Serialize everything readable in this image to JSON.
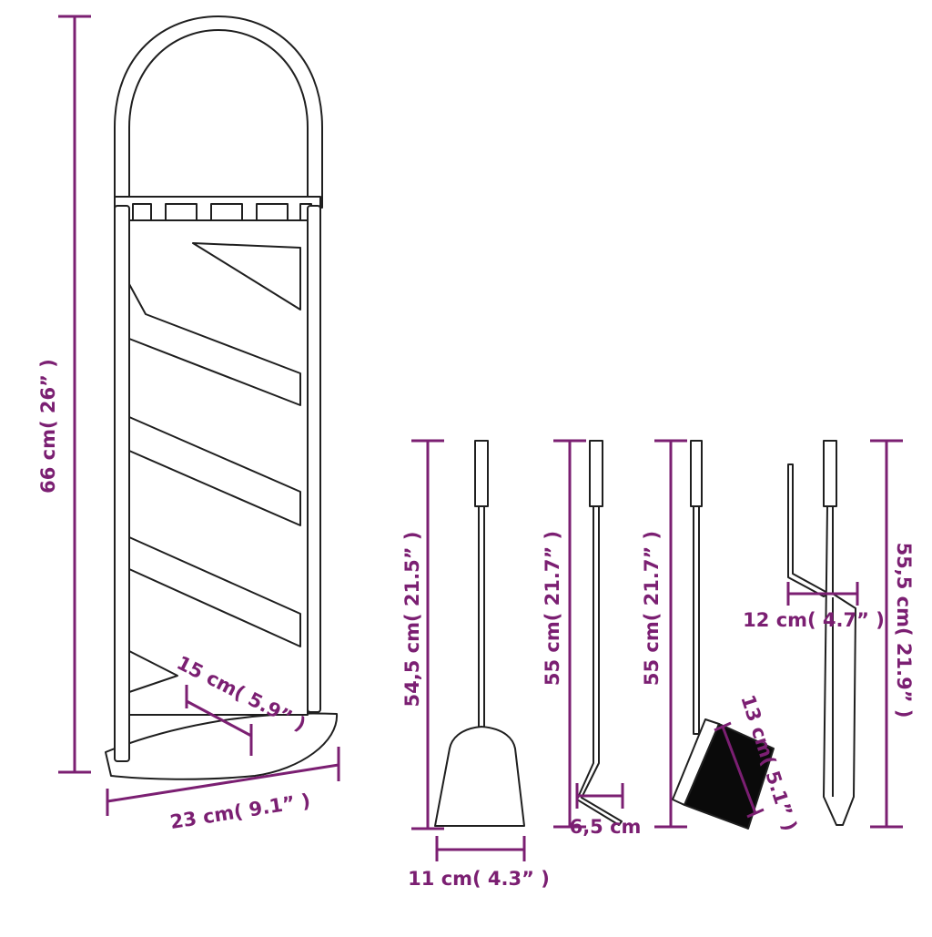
{
  "colors": {
    "dimension": "#7b1f72",
    "outline": "#1f1f1f",
    "fill": "#ffffff",
    "brush": "#0a0a0a"
  },
  "dimensions": {
    "stand_height": "66 cm( 26” )",
    "stand_depth": "15 cm( 5.9” )",
    "stand_width": "23 cm( 9.1” )",
    "shovel_height": "54,5 cm( 21.5” )",
    "shovel_width": "11 cm( 4.3” )",
    "poker_height": "55 cm( 21.7” )",
    "poker_hook": "6,5 cm",
    "brush_height": "55 cm( 21.7” )",
    "brush_width": "13 cm( 5.1” )",
    "tongs_height": "55,5 cm( 21.9” )",
    "tongs_width": "12 cm( 4.7” )"
  }
}
